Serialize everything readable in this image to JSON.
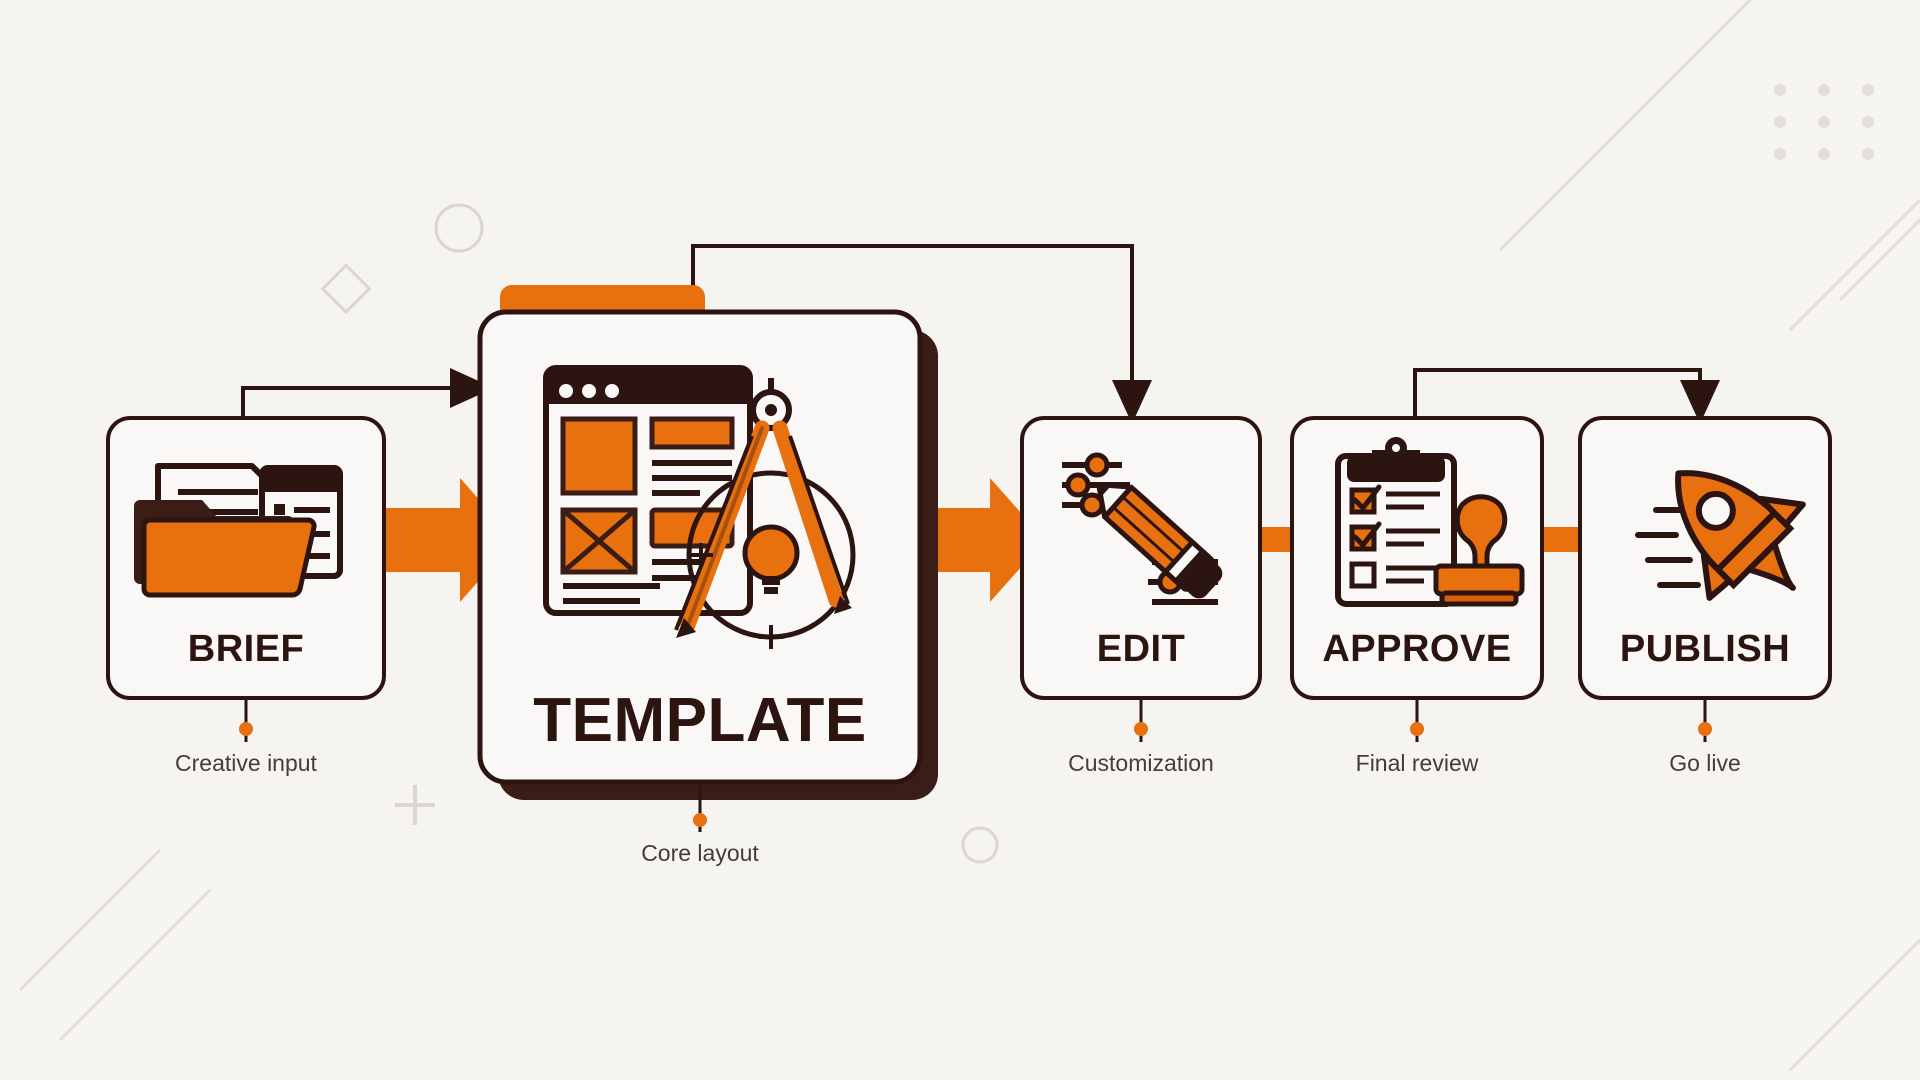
{
  "meta": {
    "background_color": "#f6f4f1",
    "accent_orange": "#e8700f",
    "accent_orange_light": "#ef8a2c",
    "dark_brown": "#2c1410",
    "line_color": "#2c1410",
    "diagram_type": "process-flow"
  },
  "steps": [
    {
      "id": "brief",
      "title": "BRIEF",
      "sub_label": "Creative input",
      "icon": "folder-documents-icon",
      "emphasis": false
    },
    {
      "id": "template",
      "title": "TEMPLATE",
      "sub_label": "Core layout",
      "icon": "wireframe-compass-icon",
      "emphasis": true
    },
    {
      "id": "edit",
      "title": "EDIT",
      "sub_label": "Customization",
      "icon": "pencil-sliders-icon",
      "emphasis": false
    },
    {
      "id": "approve",
      "title": "APPROVE",
      "sub_label": "Final review",
      "icon": "clipboard-stamp-icon",
      "emphasis": false
    },
    {
      "id": "publish",
      "title": "PUBLISH",
      "sub_label": "Go live",
      "icon": "rocket-icon",
      "emphasis": false
    }
  ],
  "connectors": [
    {
      "id": "brief-to-template",
      "type": "routed-arrow",
      "from": "brief",
      "to": "template"
    },
    {
      "id": "template-to-edit",
      "type": "routed-arrow",
      "from": "template",
      "to": "edit"
    },
    {
      "id": "approve-to-publish",
      "type": "routed-arrow",
      "from": "approve",
      "to": "publish"
    },
    {
      "id": "arrow-brief-template",
      "type": "chevron",
      "from": "brief",
      "to": "template"
    },
    {
      "id": "arrow-template-edit",
      "type": "chevron",
      "from": "template",
      "to": "edit"
    },
    {
      "id": "arrow-edit-approve",
      "type": "bar",
      "from": "edit",
      "to": "approve"
    },
    {
      "id": "arrow-approve-publish",
      "type": "bar",
      "from": "approve",
      "to": "publish"
    }
  ],
  "decorations": [
    {
      "name": "circle-outline-top-left",
      "shape": "circle"
    },
    {
      "name": "diamond-outline-left",
      "shape": "diamond"
    },
    {
      "name": "circle-outline-small-template",
      "shape": "circle"
    },
    {
      "name": "plus-mark-template",
      "shape": "plus"
    },
    {
      "name": "plus-mark-bottom-left",
      "shape": "plus"
    },
    {
      "name": "circle-outline-bottom",
      "shape": "circle"
    },
    {
      "name": "dot-grid-top-right",
      "shape": "dot-grid"
    },
    {
      "name": "diagonal-line-top-right",
      "shape": "line"
    },
    {
      "name": "diagonal-line-bottom-left",
      "shape": "line"
    },
    {
      "name": "corner-notch-bottom-right",
      "shape": "line"
    }
  ]
}
